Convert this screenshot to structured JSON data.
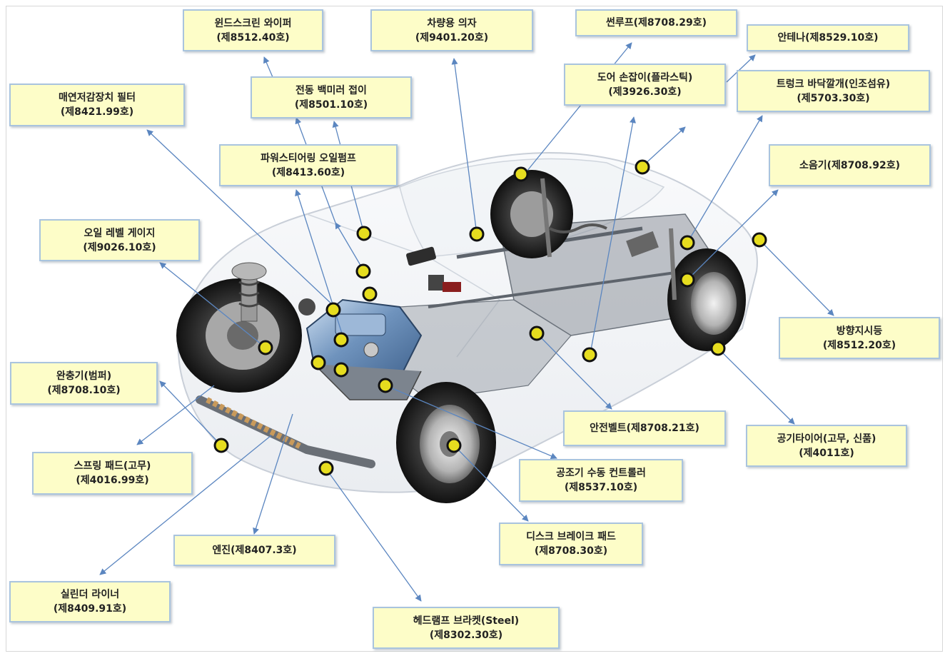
{
  "colors": {
    "label_bg": "#fdfdc8",
    "label_border": "#a9c4de",
    "leader_line": "#5b86c0",
    "marker": "#e6dd1f"
  },
  "labels": [
    {
      "id": "wiper",
      "name": "윈드스크린 와이퍼",
      "code": "(제8512.40호)"
    },
    {
      "id": "seat",
      "name": "차량용 의자",
      "code": "(제9401.20호)"
    },
    {
      "id": "sunroof",
      "name": "썬루프(제8708.29호)",
      "code": ""
    },
    {
      "id": "antenna",
      "name": "안테나(제8529.10호)",
      "code": ""
    },
    {
      "id": "door-handle",
      "name": "도어 손잡이(플라스틱)",
      "code": "(제3926.30호)"
    },
    {
      "id": "trunk-mat",
      "name": "트렁크 바닥깔개(인조섬유)",
      "code": "(제5703.30호)"
    },
    {
      "id": "emission-filter",
      "name": "매연저감장치 필터",
      "code": "(제8421.99호)"
    },
    {
      "id": "mirror-fold",
      "name": "전동 백미러 접이",
      "code": "(제8501.10호)"
    },
    {
      "id": "power-steering",
      "name": "파워스티어링 오일펌프",
      "code": "(제8413.60호)"
    },
    {
      "id": "muffler",
      "name": "소음기(제8708.92호)",
      "code": ""
    },
    {
      "id": "oil-gauge",
      "name": "오일 레벨 게이지",
      "code": "(제9026.10호)"
    },
    {
      "id": "turn-signal",
      "name": "방향지시등",
      "code": "(제8512.20호)"
    },
    {
      "id": "bumper",
      "name": "완충기(범퍼)",
      "code": "(제8708.10호)"
    },
    {
      "id": "seatbelt",
      "name": "안전벨트(제8708.21호)",
      "code": ""
    },
    {
      "id": "tire",
      "name": "공기타이어(고무, 신품)",
      "code": "(제4011호)"
    },
    {
      "id": "spring-pad",
      "name": "스프링 패드(고무)",
      "code": "(제4016.99호)"
    },
    {
      "id": "ac-controller",
      "name": "공조기 수동 컨트롤러",
      "code": "(제8537.10호)"
    },
    {
      "id": "engine",
      "name": "엔진(제8407.3호)",
      "code": ""
    },
    {
      "id": "brake-pad",
      "name": "디스크 브레이크 패드",
      "code": "(제8708.30호)"
    },
    {
      "id": "cylinder-liner",
      "name": "실린더 라이너",
      "code": "(제8409.91호)"
    },
    {
      "id": "headlamp-bracket",
      "name": "헤드램프 브라켓(Steel)",
      "code": "(제8302.30호)"
    }
  ]
}
